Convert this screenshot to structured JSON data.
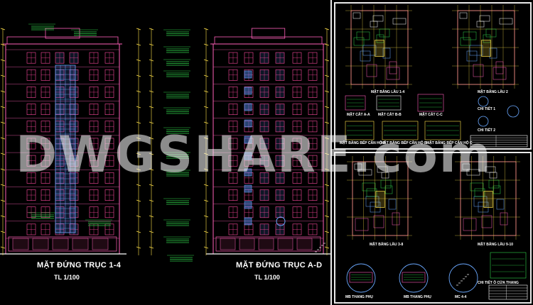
{
  "watermark": "DWGSHARE.com",
  "colors": {
    "background": "#000000",
    "building_outline": "#ff5fb8",
    "window_frame": "#ff4aa0",
    "glass": "#6aa8ff",
    "annotation": "#2fd24a",
    "dimension": "#ffe14a",
    "sheet_border": "#e8e8e8"
  },
  "main": {
    "elevation_left": {
      "title": "MẶT ĐỨNG TRỤC 1-4",
      "scale": "TL 1/100"
    },
    "elevation_right": {
      "title": "MẶT ĐỨNG TRỤC A-D",
      "scale": "TL 1/100"
    }
  },
  "top_sheet": {
    "plan_left": "MẶT BẰNG LẦU 1-4",
    "plan_right": "MẶT BẰNG LẦU 2",
    "details": [
      "MẶT CẮT A-A",
      "MẶT CẮT B-B",
      "MẶT CẮT C-C",
      "MẶT BẰNG BẾP CĂN HỘ A",
      "MẶT BẰNG BẾP CĂN HỘ B",
      "MẶT BẰNG BẾP CĂN HỘ C",
      "CHI TIẾT 1",
      "CHI TIẾT 2"
    ]
  },
  "bottom_sheet": {
    "plan_left": "MẶT BẰNG LẦU 3-8",
    "plan_right": "MẶT BẰNG LẦU 9-10",
    "details": [
      "MB THANG PHỤ",
      "MB THANG PHỤ",
      "MC 4-4",
      "CHI TIẾT Ô CỬA THANG"
    ]
  }
}
